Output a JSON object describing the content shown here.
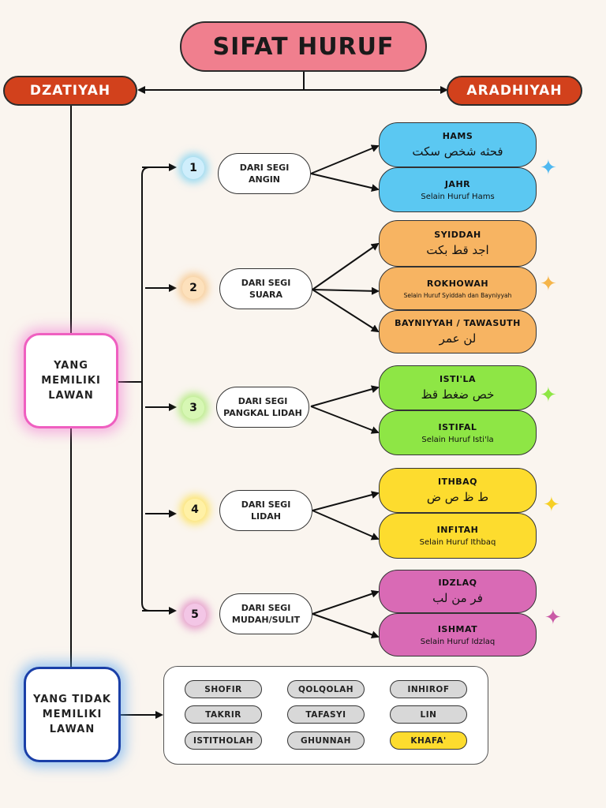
{
  "title": "SIFAT HURUF",
  "categories": {
    "left": "DZATIYAH",
    "right": "ARADHIYAH"
  },
  "with_opposite": "YANG\nMEMILIKI\nLAWAN",
  "without_opposite": "YANG TIDAK\nMEMILIKI\nLAWAN",
  "colors": {
    "title": "#f07f8e",
    "category": "#d2411c",
    "angin": "#5bc8f2",
    "suara": "#f7b462",
    "pangkal": "#8ee645",
    "lidah": "#fddc2e",
    "mudah": "#d96ab5"
  },
  "groups": [
    {
      "number": "1",
      "label": "DARI SEGI\nANGIN",
      "results": [
        {
          "name": "HAMS",
          "arabic": "فحثه شخص سكت"
        },
        {
          "name": "JAHR",
          "text": "Selain Huruf Hams"
        }
      ]
    },
    {
      "number": "2",
      "label": "DARI SEGI\nSUARA",
      "results": [
        {
          "name": "SYIDDAH",
          "arabic": "اجد قط بكت"
        },
        {
          "name": "ROKHOWAH",
          "text": "Selain Huruf Syiddah dan Bayniyyah"
        },
        {
          "name": "BAYNIYYAH / TAWASUTH",
          "arabic": "لن عمر"
        }
      ]
    },
    {
      "number": "3",
      "label": "DARI SEGI\nPANGKAL LIDAH",
      "results": [
        {
          "name": "ISTI'LA",
          "arabic": "خص ضغط قظ"
        },
        {
          "name": "ISTIFAL",
          "text": "Selain Huruf Isti'la"
        }
      ]
    },
    {
      "number": "4",
      "label": "DARI SEGI\nLIDAH",
      "results": [
        {
          "name": "ITHBAQ",
          "arabic": "ط ظ ص ض"
        },
        {
          "name": "INFITAH",
          "text": "Selain Huruf Ithbaq"
        }
      ]
    },
    {
      "number": "5",
      "label": "DARI SEGI\nMUDAH/SULIT",
      "results": [
        {
          "name": "IDZLAQ",
          "arabic": "فر من لب"
        },
        {
          "name": "ISHMAT",
          "text": "Selain Huruf Idzlaq"
        }
      ]
    }
  ],
  "no_opposite_items": [
    "SHOFIR",
    "QOLQOLAH",
    "INHIROF",
    "TAKRIR",
    "TAFASYI",
    "LIN",
    "ISTITHOLAH",
    "GHUNNAH",
    "KHAFA'"
  ],
  "icons": [
    "sparkle-icon",
    "arrow-icon"
  ]
}
